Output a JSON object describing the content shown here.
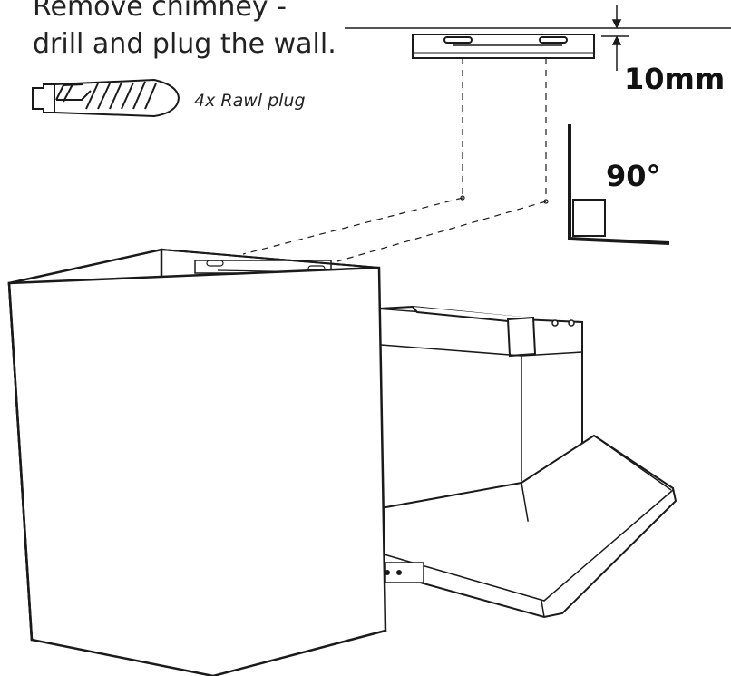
{
  "instructions": {
    "line1": "Remove chimney -",
    "line2": "drill and plug the wall."
  },
  "plug_label": "4x Rawl plug",
  "gap_label": "10mm",
  "angle_label": "90°",
  "icons": {
    "plug": "rawl-plug-icon",
    "angle": "right-angle-icon",
    "dimension": "dimension-arrow-icon"
  },
  "colors": {
    "line": "#1a1a1a",
    "background": "#ffffff"
  }
}
